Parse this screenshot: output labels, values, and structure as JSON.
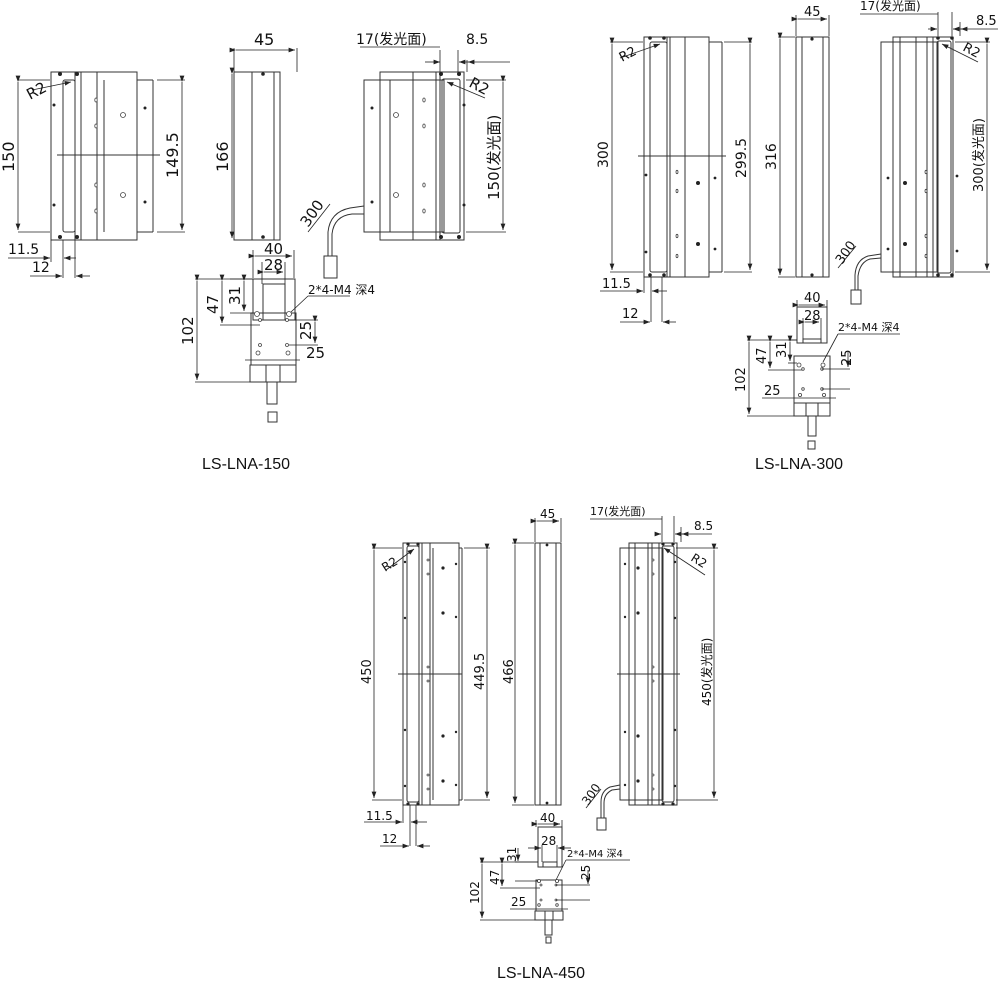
{
  "models": [
    {
      "name": "LS-LNA-150",
      "front": {
        "length": "150",
        "active_length": "149.5",
        "radius": "R2",
        "offset_a": "11.5",
        "offset_b": "12"
      },
      "side": {
        "width": "45",
        "height": "166"
      },
      "back": {
        "emit_width": "17(发光面)",
        "edge": "8.5",
        "radius": "R2",
        "emit_length": "150(发光面)",
        "cable": "300"
      },
      "bracket": {
        "outer": "40",
        "inner": "28",
        "h1": "31",
        "h2": "47",
        "total": "102",
        "screw": "2*4-M4 深4",
        "pitch_v": "25",
        "pitch_h": "25"
      }
    },
    {
      "name": "LS-LNA-300",
      "front": {
        "length": "300",
        "active_length": "299.5",
        "radius": "R2",
        "offset_a": "11.5",
        "offset_b": "12"
      },
      "side": {
        "width": "45",
        "height": "316"
      },
      "back": {
        "emit_width": "17(发光面)",
        "edge": "8.5",
        "radius": "R2",
        "emit_length": "300(发光面)",
        "cable": "300"
      },
      "bracket": {
        "outer": "40",
        "inner": "28",
        "h1": "31",
        "h2": "47",
        "total": "102",
        "screw": "2*4-M4 深4",
        "pitch_v": "25",
        "pitch_h": "25"
      }
    },
    {
      "name": "LS-LNA-450",
      "front": {
        "length": "450",
        "active_length": "449.5",
        "radius": "R2",
        "offset_a": "11.5",
        "offset_b": "12"
      },
      "side": {
        "width": "45",
        "height": "466"
      },
      "back": {
        "emit_width": "17(发光面)",
        "edge": "8.5",
        "radius": "R2",
        "emit_length": "450(发光面)",
        "cable": "300"
      },
      "bracket": {
        "outer": "40",
        "inner": "28",
        "h1": "31",
        "h2": "47",
        "total": "102",
        "screw": "2*4-M4 深4",
        "pitch_v": "25",
        "pitch_h": "25"
      }
    }
  ]
}
